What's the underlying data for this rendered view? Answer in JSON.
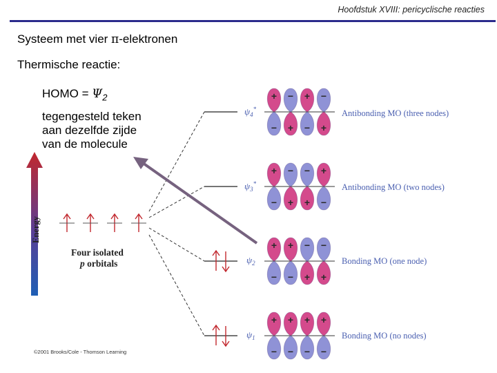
{
  "header": {
    "title": "Hoofdstuk XVIII: pericyclische reacties"
  },
  "slide": {
    "subtitle_prefix": "Systeem met vier ",
    "subtitle_symbol": "π",
    "subtitle_suffix": "-elektronen",
    "section": "Thermische reactie:",
    "homo_prefix": "HOMO = ",
    "homo_symbol": "Ψ",
    "homo_sub": "2",
    "note_lines": [
      "tegengesteld teken",
      "aan dezelfde zijde",
      "van de molecule"
    ]
  },
  "figure": {
    "energy_label": "Energy",
    "isolated_label_line1": "Four isolated",
    "isolated_label_p": "p",
    "isolated_label_line2_rest": " orbitals",
    "copyright": "©2001 Brooks/Cole - Thomson Learning",
    "levels": [
      {
        "psi": "ψ",
        "index": "4",
        "star": "*",
        "label": "Antibonding MO (three nodes)",
        "top": [
          "+",
          "−",
          "+",
          "−"
        ],
        "bottom": [
          "−",
          "+",
          "−",
          "+"
        ],
        "top_colors": [
          "pink",
          "blue",
          "pink",
          "blue"
        ]
      },
      {
        "psi": "ψ",
        "index": "3",
        "star": "*",
        "label": "Antibonding MO (two nodes)",
        "top": [
          "+",
          "−",
          "−",
          "+"
        ],
        "bottom": [
          "−",
          "+",
          "+",
          "−"
        ],
        "top_colors": [
          "pink",
          "blue",
          "blue",
          "pink"
        ]
      },
      {
        "psi": "ψ",
        "index": "2",
        "star": "",
        "label": "Bonding MO (one node)",
        "top": [
          "+",
          "+",
          "−",
          "−"
        ],
        "bottom": [
          "−",
          "−",
          "+",
          "+"
        ],
        "top_colors": [
          "pink",
          "pink",
          "blue",
          "blue"
        ]
      },
      {
        "psi": "ψ",
        "index": "1",
        "star": "",
        "label": "Bonding MO (no nodes)",
        "top": [
          "+",
          "+",
          "+",
          "+"
        ],
        "bottom": [
          "−",
          "−",
          "−",
          "−"
        ],
        "top_colors": [
          "pink",
          "pink",
          "pink",
          "pink"
        ]
      }
    ],
    "colors": {
      "pink": "#d44a8c",
      "blue": "#8f92d6",
      "label": "#4a5fb0",
      "arrow": "#76627f",
      "rule": "#2b2b8c"
    }
  }
}
